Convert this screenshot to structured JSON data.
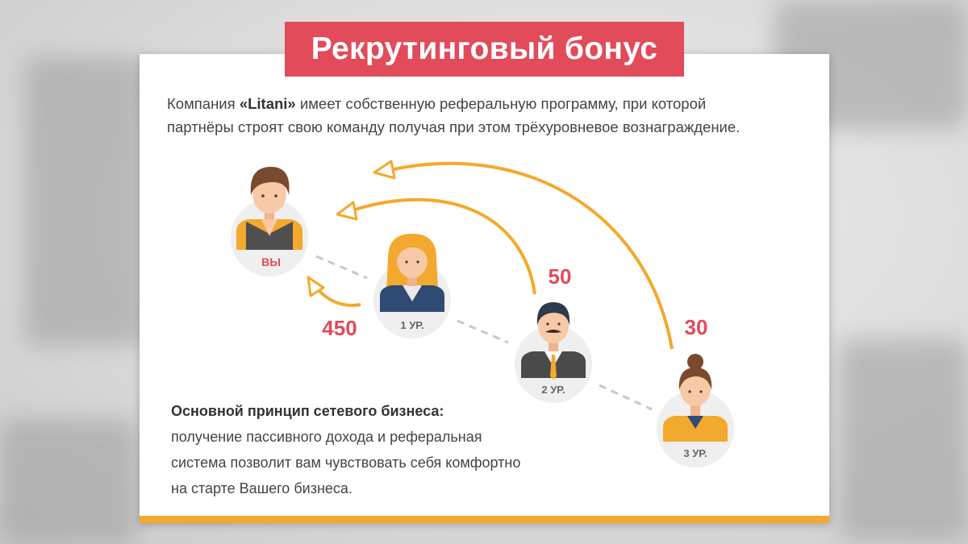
{
  "title": "Рекрутинговый бонус",
  "intro": {
    "line1_before": "Компания ",
    "company": "«Litani»",
    "line1_after": " имеет собственную реферальную программу, при которой",
    "line2": "партнёры строят свою команду получая при этом трёхуровневое вознаграждение."
  },
  "diagram": {
    "nodes": [
      {
        "id": "you",
        "label": "ВЫ",
        "label_color": "#e14b5a"
      },
      {
        "id": "level1",
        "label": "1 УР.",
        "label_color": "#666666"
      },
      {
        "id": "level2",
        "label": "2 УР.",
        "label_color": "#666666"
      },
      {
        "id": "level3",
        "label": "3 УР.",
        "label_color": "#666666"
      }
    ],
    "bonuses": [
      {
        "from": "level1",
        "to": "you",
        "value": "450"
      },
      {
        "from": "level2",
        "to": "you",
        "value": "50"
      },
      {
        "from": "level3",
        "to": "you",
        "value": "30"
      }
    ],
    "colors": {
      "accent": "#f3a92d",
      "value": "#e14b5a",
      "circle": "#efefef",
      "dash": "#c8c8c8"
    }
  },
  "principle": {
    "heading": "Основной принцип сетевого бизнеса",
    "lines": [
      "получение пассивного дохода и реферальная",
      "система позволит вам чувствовать себя комфортно",
      "на старте Вашего бизнеса."
    ]
  }
}
